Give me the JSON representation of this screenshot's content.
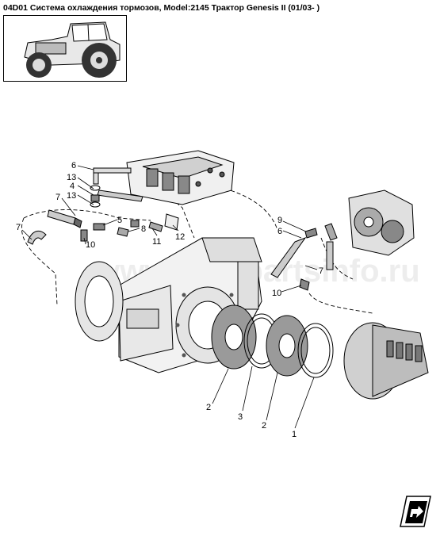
{
  "title": "04D01 Система охлаждения тормозов, Model:2145 Трактор Genesis II (01/03- )",
  "watermark": "www.autopartsinfo.ru",
  "callouts": [
    {
      "label": "6"
    },
    {
      "label": "13"
    },
    {
      "label": "4"
    },
    {
      "label": "13"
    },
    {
      "label": "7"
    },
    {
      "label": "7"
    },
    {
      "label": "5"
    },
    {
      "label": "8"
    },
    {
      "label": "11"
    },
    {
      "label": "12"
    },
    {
      "label": "10"
    },
    {
      "label": "9"
    },
    {
      "label": "6"
    },
    {
      "label": "7"
    },
    {
      "label": "10"
    },
    {
      "label": "2"
    },
    {
      "label": "3"
    },
    {
      "label": "2"
    },
    {
      "label": "1"
    }
  ],
  "nav": {
    "icon": "next-page-arrow-icon"
  }
}
